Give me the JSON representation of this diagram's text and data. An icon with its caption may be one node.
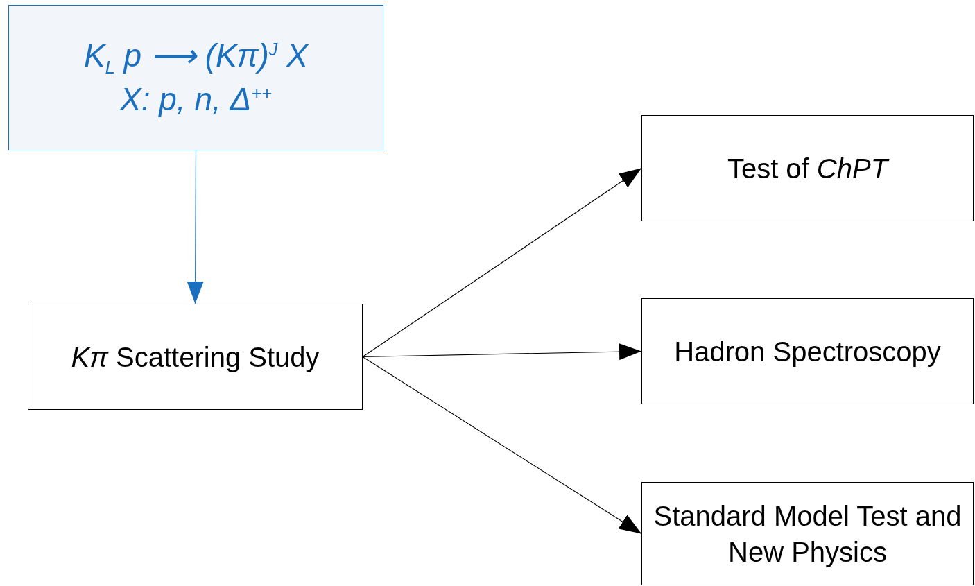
{
  "diagram": {
    "nodes": [
      {
        "text": [
          "K$_{L}$ p ⟶ (Kπ)$^{J}$ X",
          "X: p, n, Δ$^{++}$"
        ]
      },
      {
        "text": [
          "*Kπ* Scattering Study"
        ]
      },
      {
        "text": [
          "Test of *ChPT*"
        ]
      },
      {
        "text": [
          "Hadron Spectroscopy"
        ]
      },
      {
        "text": [
          "Standard Model Test and New Physics"
        ]
      }
    ],
    "edges": [
      {
        "from": 0,
        "to": 1,
        "arrow": "to",
        "color": "#1a6fbf"
      },
      {
        "from": 1,
        "to": 2,
        "arrow": "to"
      },
      {
        "from": 1,
        "to": 3,
        "arrow": "to"
      },
      {
        "from": 1,
        "to": 4,
        "arrow": "to"
      }
    ]
  }
}
